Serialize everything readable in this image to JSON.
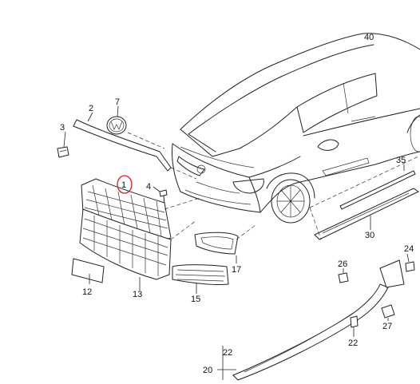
{
  "diagram": {
    "callouts": {
      "p1": "1",
      "p2": "2",
      "p3": "3",
      "p4": "4",
      "p7": "7",
      "p12": "12",
      "p13": "13",
      "p15": "15",
      "p17": "17",
      "p20": "20",
      "p22a": "22",
      "p22b": "22",
      "p24": "24",
      "p26": "26",
      "p27": "27",
      "p30": "30",
      "p35": "35",
      "p40": "40"
    },
    "highlight_color": "#d22020",
    "line_color": "#222222"
  }
}
